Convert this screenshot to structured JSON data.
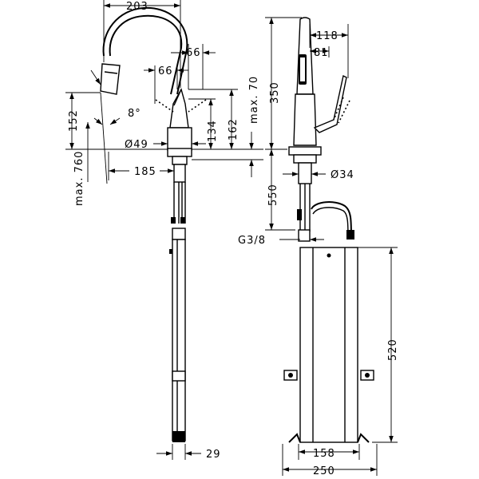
{
  "dimensions": {
    "d203": "203",
    "d66a": "66",
    "d66b": "66",
    "d152": "152",
    "d8deg": "8°",
    "d134": "134",
    "d162": "162",
    "dmax70": "max. 70",
    "d49": "Ø49",
    "dmax760": "max. 760",
    "d185": "185",
    "d29": "29",
    "d118": "118",
    "d81": "81",
    "d350": "350",
    "d550": "550",
    "d34": "Ø34",
    "dG38": "G3/8",
    "d520": "520",
    "d158": "158",
    "d250": "250"
  }
}
